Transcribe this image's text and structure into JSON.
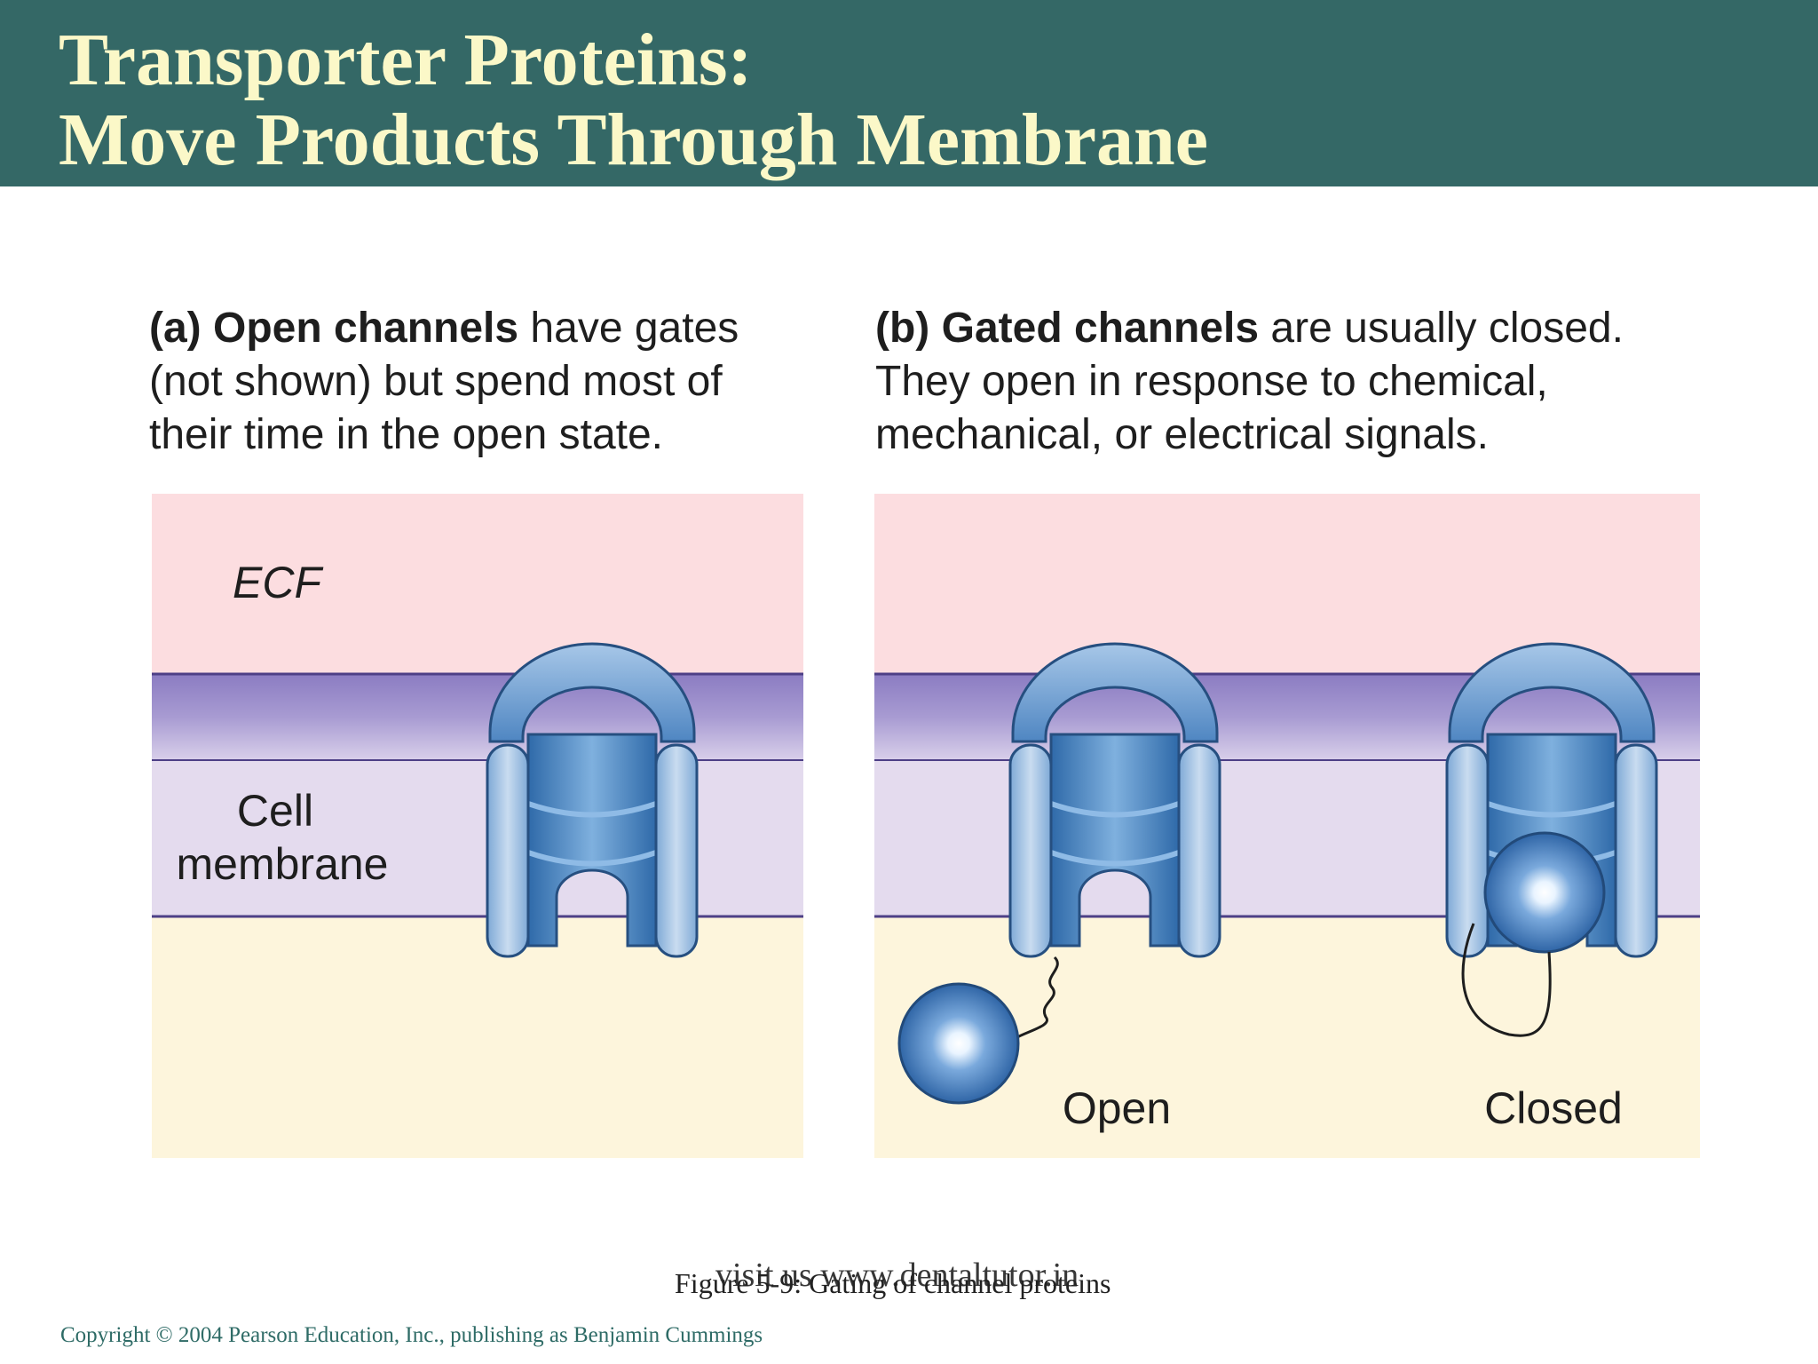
{
  "slide": {
    "title_line1": "Transporter Proteins:",
    "title_line2": "Move Products Through Membrane"
  },
  "panel_a": {
    "caption_bold": "(a) Open channels",
    "caption_rest1": " have gates",
    "caption_line2": "(not shown) but spend most of",
    "caption_line3": "their time in the open state.",
    "ecf_label": "ECF",
    "membrane_label1": "Cell",
    "membrane_label2": "membrane"
  },
  "panel_b": {
    "caption_bold": "(b) Gated channels",
    "caption_rest1": " are usually closed.",
    "caption_line2": "They open in response to chemical,",
    "caption_line3": "mechanical, or electrical signals.",
    "open_label": "Open",
    "closed_label": "Closed"
  },
  "footer": {
    "figure_caption": "Figure 5-9: Gating of channel proteins",
    "website": "visit us www.dentaltutor.in",
    "copyright": "Copyright © 2004 Pearson Education, Inc., publishing as Benjamin Cummings"
  },
  "colors": {
    "title_bar": "#346866",
    "title_text": "#fbf8c8",
    "ecf": "#fcdde0",
    "membrane_head": "#9d8fca",
    "membrane_core": "#e4dbee",
    "cytoplasm": "#fdf5dc",
    "protein": "#4f8ac6"
  }
}
